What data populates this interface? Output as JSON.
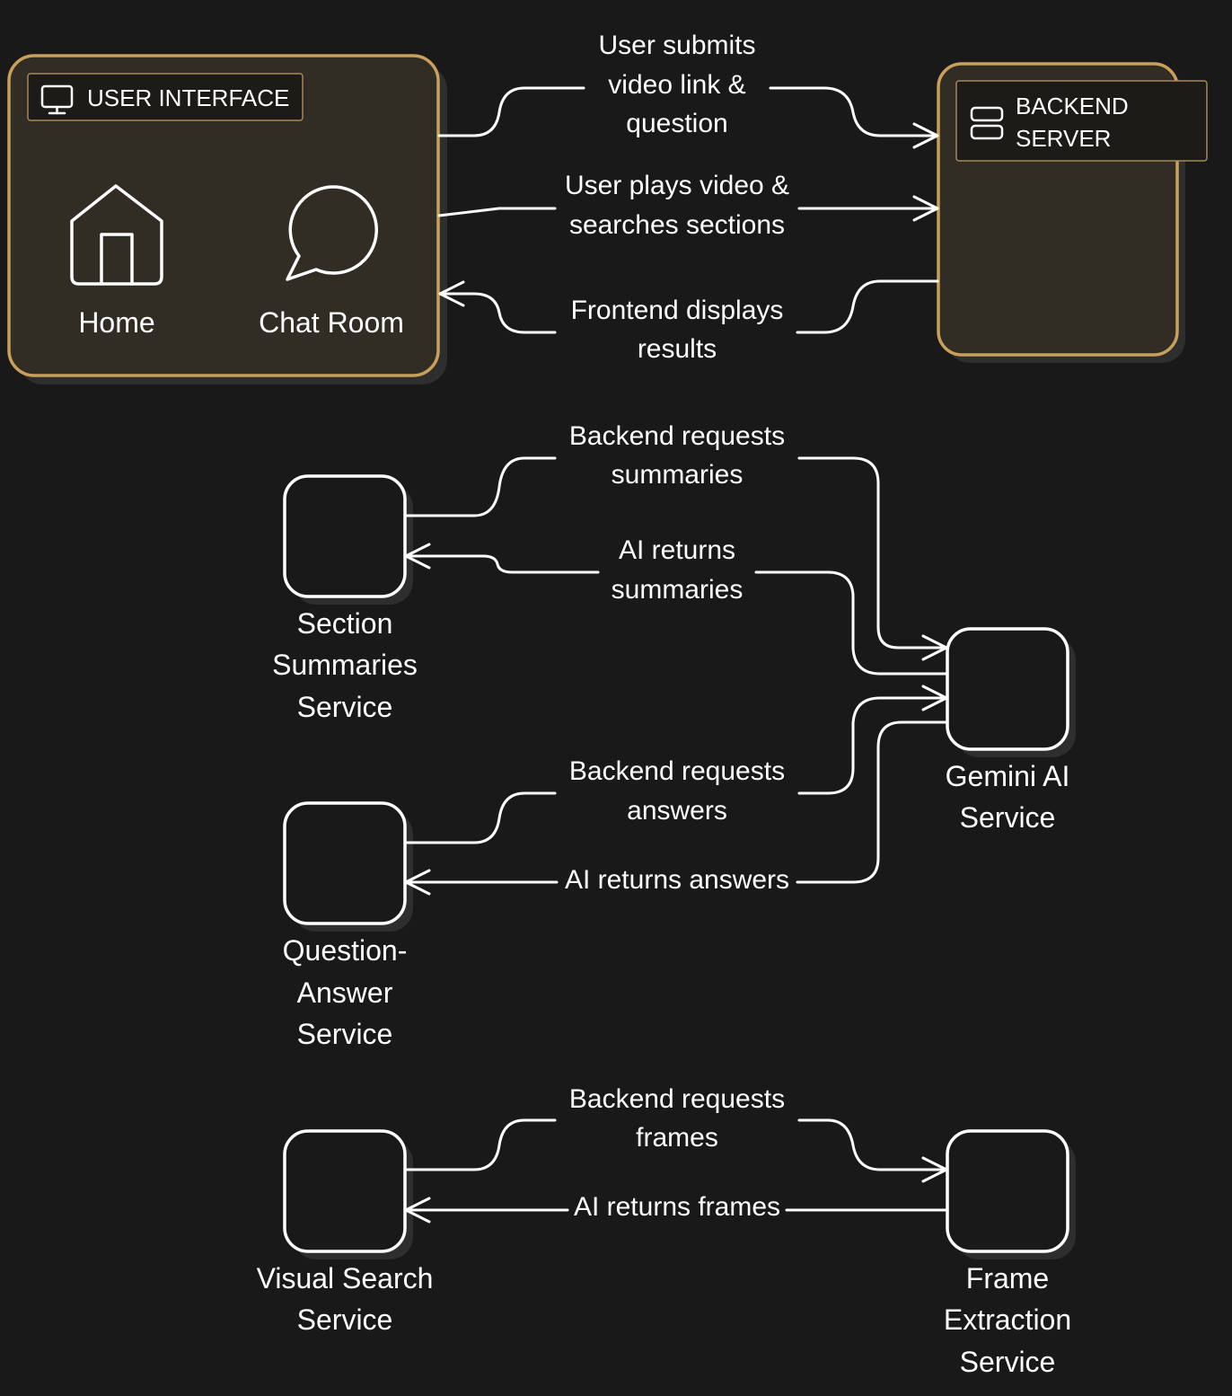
{
  "groups": {
    "ui": {
      "title": "USER INTERFACE",
      "icon": "monitor-icon",
      "home_label": "Home",
      "chat_label": "Chat Room"
    },
    "backend": {
      "title_line1": "BACKEND",
      "title_line2": "SERVER",
      "icon": "server-icon"
    }
  },
  "nodes": {
    "section_summaries": [
      "Section",
      "Summaries",
      "Service"
    ],
    "question_answer": [
      "Question-",
      "Answer",
      "Service"
    ],
    "visual_search": [
      "Visual Search",
      "Service"
    ],
    "gemini": [
      "Gemini AI",
      "Service"
    ],
    "frame_extraction": [
      "Frame",
      "Extraction",
      "Service"
    ]
  },
  "edges": {
    "submit": [
      "User submits",
      "video link &",
      "question"
    ],
    "plays": [
      "User plays video &",
      "searches sections"
    ],
    "displays": [
      "Frontend displays",
      "results"
    ],
    "req_summaries": [
      "Backend requests",
      "summaries"
    ],
    "ret_summaries": [
      "AI returns",
      "summaries"
    ],
    "req_answers": [
      "Backend requests",
      "answers"
    ],
    "ret_answers": [
      "AI returns answers"
    ],
    "req_frames": [
      "Backend requests",
      "frames"
    ],
    "ret_frames": [
      "AI returns frames"
    ]
  },
  "colors": {
    "background": "#191919",
    "group_fill": "#312c24",
    "group_border": "#c9a05a",
    "line": "#ffffff"
  }
}
